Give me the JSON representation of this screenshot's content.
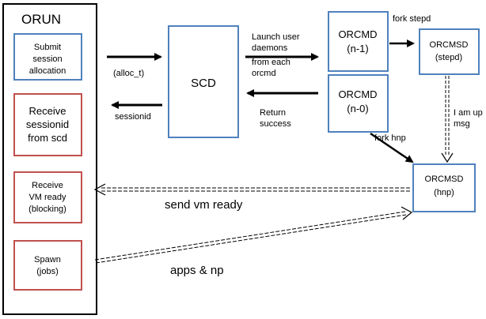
{
  "colors": {
    "blue_border": "#4f81bd",
    "red_border": "#c0504d",
    "black": "#000000"
  },
  "orun": {
    "title": "ORUN",
    "boxes": [
      {
        "lines": [
          "Submit",
          "session",
          "allocation"
        ]
      },
      {
        "lines": [
          "Receive",
          "sessionid",
          "from scd"
        ]
      },
      {
        "lines": [
          "Receive",
          "VM ready",
          "(blocking)"
        ]
      },
      {
        "lines": [
          "Spawn",
          "(jobs)"
        ]
      }
    ]
  },
  "scd": {
    "label": "SCD"
  },
  "orcmd_n1": {
    "lines": [
      "ORCMD",
      "(n-1)"
    ]
  },
  "orcmd_n0": {
    "lines": [
      "ORCMD",
      "(n-0)"
    ]
  },
  "orcmsd_stepd": {
    "lines": [
      "ORCMSD",
      "(stepd)"
    ]
  },
  "orcmsd_hnp": {
    "lines": [
      "ORCMSD",
      "(hnp)"
    ]
  },
  "labels": {
    "alloc": "(alloc_t)",
    "sessionid": "sessionid",
    "launch": [
      "Launch user",
      "daemons",
      "from each",
      "orcmd"
    ],
    "return": [
      "Return",
      "success"
    ],
    "fork_stepd": "fork stepd",
    "fork_hnp": "fork hnp",
    "i_am_up": [
      "I am up",
      "msg"
    ],
    "send_vm_ready": "send vm ready",
    "apps_np": "apps & np"
  }
}
